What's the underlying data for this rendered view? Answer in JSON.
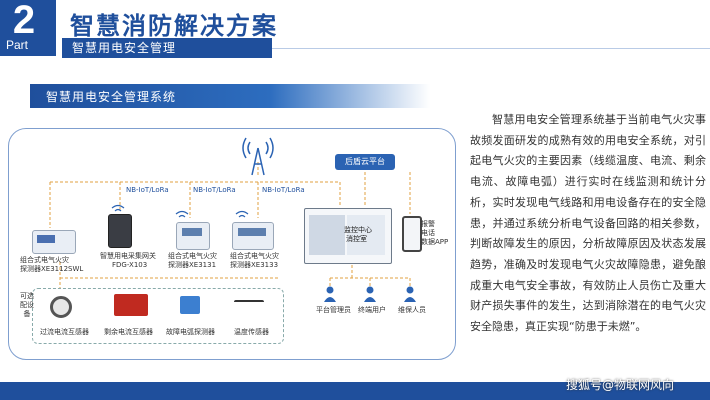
{
  "header": {
    "section_number": "2",
    "section_word": "Part",
    "title": "智慧消防解决方案",
    "subtitle": "智慧用电安全管理"
  },
  "system_bar": {
    "title": "智慧用电安全管理系统"
  },
  "diagram": {
    "cloud_label": "后盾云平台",
    "link_labels": [
      "NB-IoT/LoRa",
      "NB-IoT/LoRa",
      "NB-IoT/LoRa"
    ],
    "devices": [
      {
        "line1": "组合式电气火灾",
        "line2": "探测器XE3112SWL"
      },
      {
        "line1": "智慧用电采集网关",
        "line2": "FDG-X103"
      },
      {
        "line1": "组合式电气火灾",
        "line2": "探测器XE3131"
      },
      {
        "line1": "组合式电气火灾",
        "line2": "探测器XE3133"
      }
    ],
    "screen_label_1": "监控中心",
    "screen_label_2": "消控室",
    "phone_label_1": "报警",
    "phone_label_2": "电话",
    "phone_label_3": "数据APP",
    "optional_label": "可选配设备",
    "sensors": [
      "过流电流互感器",
      "剩余电流互感器",
      "故障电弧探测器",
      "温度传感器"
    ],
    "users": [
      "平台管理员",
      "终端用户",
      "维保人员"
    ]
  },
  "paragraph": "智慧用电安全管理系统基于当前电气火灾事故频发面研发的成熟有效的用电安全系统，对引起电气火灾的主要因素（线缆温度、电流、剩余电流、故障电弧）进行实时在线监测和统计分析，实时发现电气线路和用电设备存在的安全隐患，并通过系统分析电气设备回路的相关参数，判断故障发生的原因，分析故障原因及状态发展趋势，准确及时发现电气火灾故障隐患，避免酿成重大电气安全事故，有效防止人员伤亡及重大财产损失事件的发生，达到消除潜在的电气火灾安全隐患，真正实现“防患于未燃”。",
  "watermark": "搜狐号@物联网风向",
  "colors": {
    "brand_blue": "#1f4f9c",
    "cloud_blue": "#2b63b3"
  }
}
